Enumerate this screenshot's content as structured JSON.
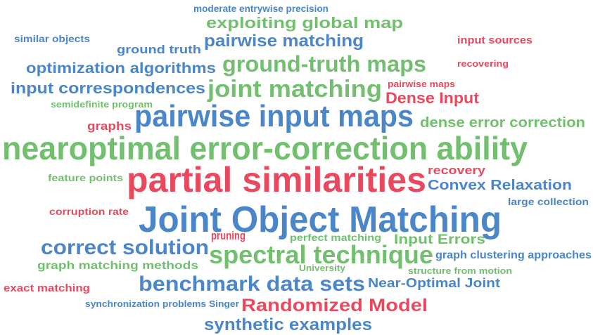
{
  "colors": {
    "blue": "#4a86c8",
    "green": "#72bf6f",
    "red": "#e8495e"
  },
  "words": [
    {
      "text": "moderate entrywise precision",
      "color": "blue"
    },
    {
      "text": "exploiting global map",
      "color": "green"
    },
    {
      "text": "pairwise matching",
      "color": "blue"
    },
    {
      "text": "ground truth",
      "color": "blue"
    },
    {
      "text": "ground-truth maps",
      "color": "green"
    },
    {
      "text": "optimization algorithms",
      "color": "blue"
    },
    {
      "text": "input correspondences",
      "color": "blue"
    },
    {
      "text": "joint matching",
      "color": "green"
    },
    {
      "text": "pairwise maps",
      "color": "red"
    },
    {
      "text": "Dense Input",
      "color": "red"
    },
    {
      "text": "semidefinite program",
      "color": "green"
    },
    {
      "text": "recovering",
      "color": "red"
    },
    {
      "text": "pairwise input maps",
      "color": "blue"
    },
    {
      "text": "graphs",
      "color": "red"
    },
    {
      "text": "dense error correction",
      "color": "green"
    },
    {
      "text": "similar objects",
      "color": "blue"
    },
    {
      "text": "input sources",
      "color": "red"
    },
    {
      "text": "nearoptimal error-correction ability",
      "color": "green"
    },
    {
      "text": "exact matching",
      "color": "red"
    },
    {
      "text": "recovery",
      "color": "red"
    },
    {
      "text": "feature points",
      "color": "green"
    },
    {
      "text": "partial similarities",
      "color": "red"
    },
    {
      "text": "Convex Relaxation",
      "color": "blue"
    },
    {
      "text": "large collection",
      "color": "blue"
    },
    {
      "text": "corruption rate",
      "color": "red"
    },
    {
      "text": "Joint Object Matching",
      "color": "blue"
    },
    {
      "text": "pruning",
      "color": "red"
    },
    {
      "text": "perfect matching",
      "color": "green"
    },
    {
      "text": "Input Errors",
      "color": "green"
    },
    {
      "text": "correct solution",
      "color": "blue"
    },
    {
      "text": "spectral technique",
      "color": "green"
    },
    {
      "text": "graph clustering approaches",
      "color": "blue"
    },
    {
      "text": "graph matching methods",
      "color": "green"
    },
    {
      "text": "University",
      "color": "green"
    },
    {
      "text": "structure from motion",
      "color": "green"
    },
    {
      "text": "benchmark data sets",
      "color": "blue"
    },
    {
      "text": "Near-Optimal Joint",
      "color": "blue"
    },
    {
      "text": "synchronization problems Singer",
      "color": "blue"
    },
    {
      "text": "Randomized Model",
      "color": "red"
    },
    {
      "text": "synthetic examples",
      "color": "blue"
    }
  ]
}
